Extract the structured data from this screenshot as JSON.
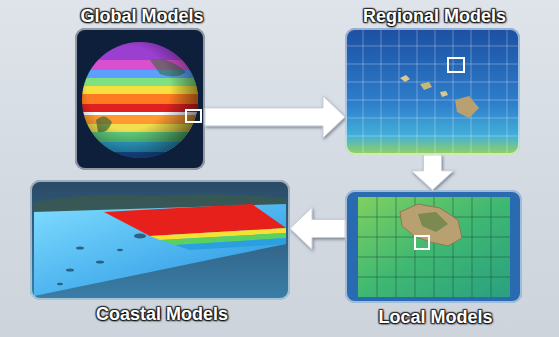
{
  "diagram": {
    "nodes": [
      {
        "text": [
          "Global Models"
        ]
      },
      {
        "text": [
          "Regional Models"
        ]
      },
      {
        "text": [
          "Coastal Models"
        ]
      },
      {
        "text": [
          "Local Models"
        ]
      }
    ],
    "edges": [
      {
        "from": 0,
        "to": 1,
        "arrow": "to"
      },
      {
        "from": 1,
        "to": 3,
        "arrow": "to"
      },
      {
        "from": 3,
        "to": 2,
        "arrow": "to"
      }
    ]
  }
}
